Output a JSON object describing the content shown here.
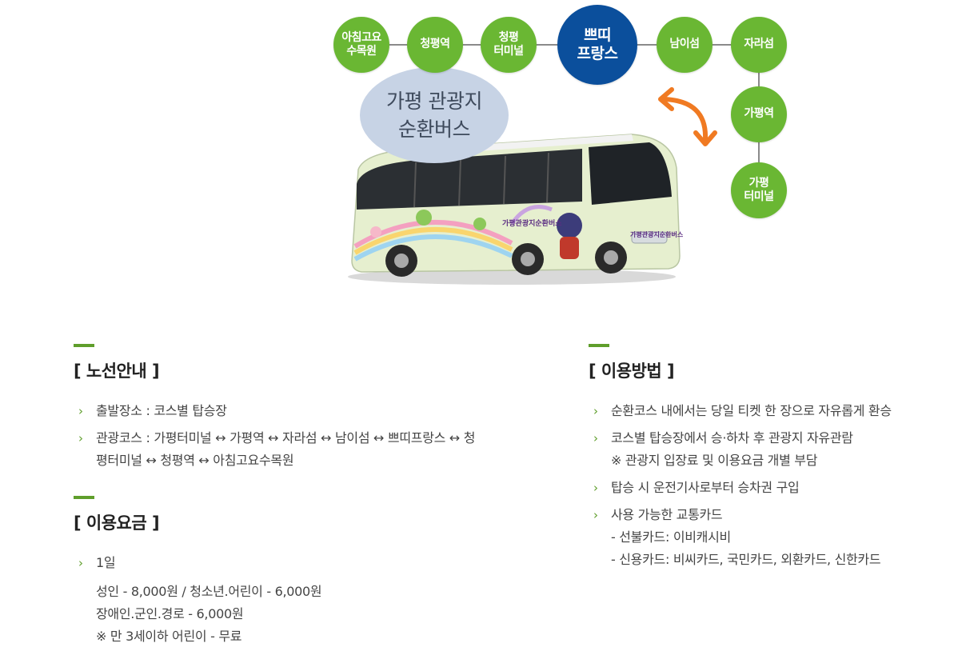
{
  "route_map": {
    "stops": [
      {
        "id": "achim",
        "label": "아침고요\n수목원"
      },
      {
        "id": "cheongpyeong-station",
        "label": "청평역"
      },
      {
        "id": "cheongpyeong-terminal",
        "label": "청평\n터미널"
      },
      {
        "id": "petite-france",
        "label": "쁘띠\n프랑스"
      },
      {
        "id": "nami",
        "label": "남이섬"
      },
      {
        "id": "jaraseom",
        "label": "자라섬"
      },
      {
        "id": "gapyeong-station",
        "label": "가평역"
      },
      {
        "id": "gapyeong-terminal",
        "label": "가평\n터미널"
      }
    ],
    "bubble": "가평 관광지\n순환버스",
    "bus_image_label": "가평관광지순환버스",
    "colors": {
      "stop": "#6ab733",
      "major_stop": "#0b4f9c",
      "arrow": "#f07a22",
      "line": "#8a8a8a",
      "accent": "#5f9e2b"
    }
  },
  "route_guide": {
    "title": "[ 노선안내 ]",
    "items": [
      {
        "text": "출발장소 : 코스별 탑승장"
      },
      {
        "text": "관광코스 : 가평터미널 ↔ 가평역 ↔ 자라섬 ↔ 남이섬 ↔ 쁘띠프랑스 ↔ 청",
        "sub": "평터미널 ↔ 청평역 ↔ 아침고요수목원"
      }
    ]
  },
  "fare": {
    "title": "[ 이용요금 ]",
    "item_label": "1일",
    "lines": [
      "성인 - 8,000원 / 청소년.어린이 - 6,000원",
      "장애인.군인.경로 - 6,000원",
      "※ 만 3세이하 어린이 - 무료"
    ]
  },
  "usage": {
    "title": "[ 이용방법 ]",
    "items": [
      {
        "text": "순환코스 내에서는 당일 티켓 한 장으로 자유롭게 환승"
      },
      {
        "text": "코스별 탑승장에서 승·하차 후 관광지 자유관람",
        "sub": "※ 관광지 입장료 및 이용요금 개별 부담"
      },
      {
        "text": "탑승 시 운전기사로부터 승차권 구입"
      },
      {
        "text": "사용 가능한 교통카드",
        "sub": "- 선불카드: 이비캐시비",
        "sub2": "- 신용카드: 비씨카드, 국민카드, 외환카드, 신한카드"
      }
    ]
  }
}
